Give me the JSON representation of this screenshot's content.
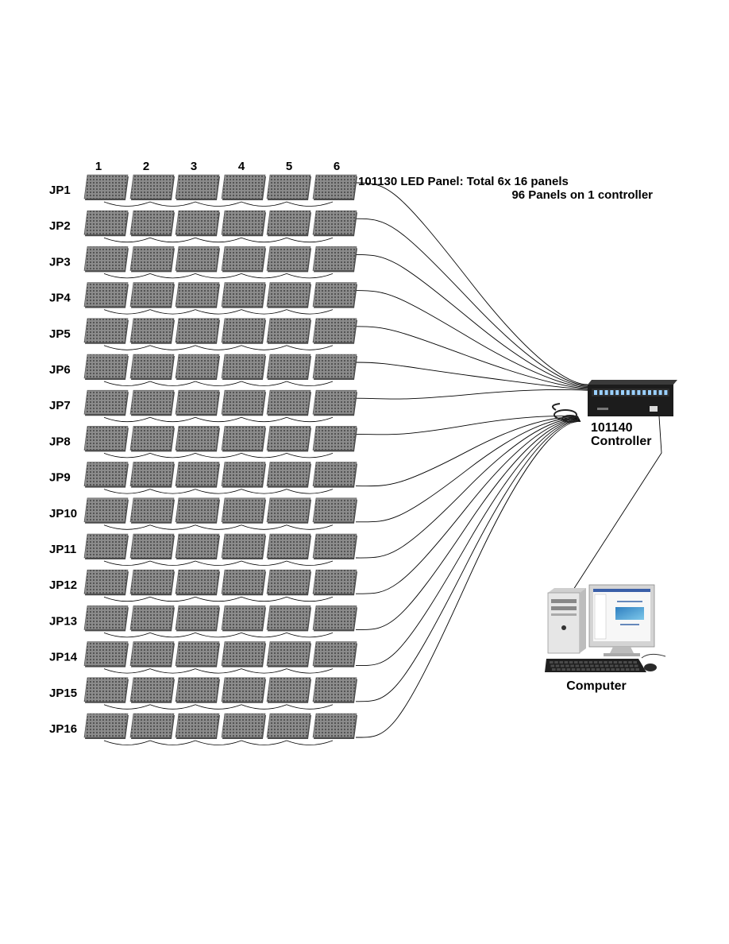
{
  "columns": [
    "1",
    "2",
    "3",
    "4",
    "5",
    "6"
  ],
  "rows": [
    "JP1",
    "JP2",
    "JP3",
    "JP4",
    "JP5",
    "JP6",
    "JP7",
    "JP8",
    "JP9",
    "JP10",
    "JP11",
    "JP12",
    "JP13",
    "JP14",
    "JP15",
    "JP16"
  ],
  "panel_title_line1": "101130 LED Panel: Total 6x 16 panels",
  "panel_title_line2": "96 Panels on 1 controller",
  "controller_line1": "101140",
  "controller_line2": "Controller",
  "computer_label": "Computer",
  "colors": {
    "panel": "#8a8a8a",
    "panel_dark": "#5a5a5a",
    "wire": "#000000",
    "controller": "#1c1c1c"
  },
  "icons": [
    "led-panel-icon",
    "controller-box-icon",
    "computer-tower-icon",
    "monitor-icon",
    "keyboard-icon",
    "mouse-icon"
  ]
}
